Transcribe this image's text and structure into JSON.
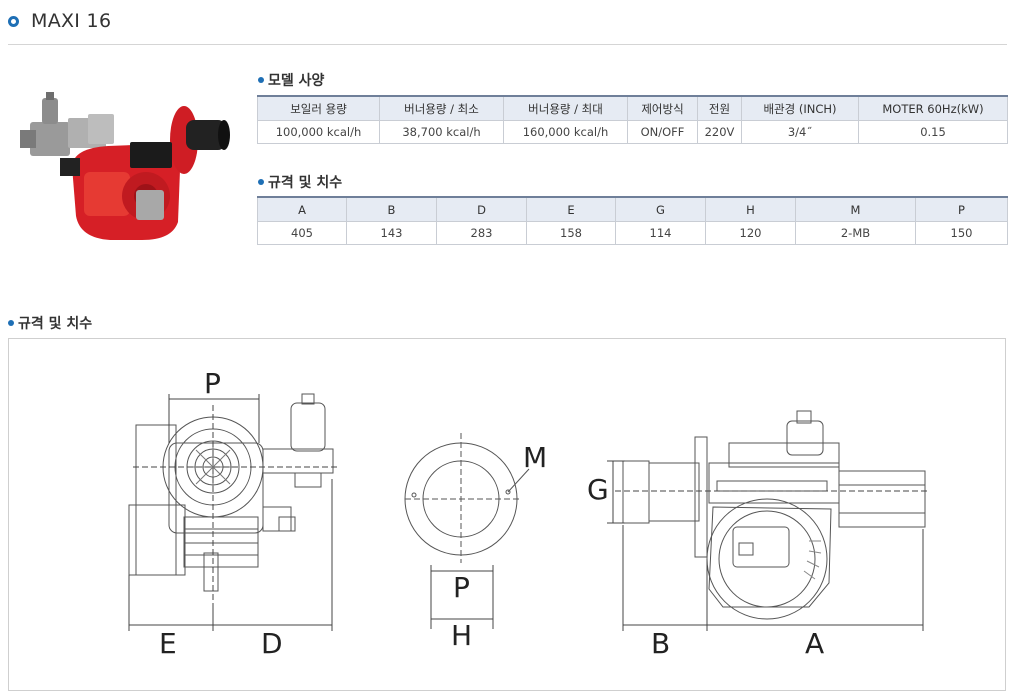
{
  "header": {
    "title": "MAXI 16"
  },
  "sections": {
    "model_spec": "모델 사양",
    "dimensions": "규격 및 치수",
    "drawing": "규격 및 치수"
  },
  "model_table": {
    "headers": [
      "보일러 용량",
      "버너용량 / 최소",
      "버너용량 / 최대",
      "제어방식",
      "전원",
      "배관경 (INCH)",
      "MOTER 60Hz(kW)"
    ],
    "row": [
      "100,000 kcal/h",
      "38,700 kcal/h",
      "160,000 kcal/h",
      "ON/OFF",
      "220V",
      "3/4˝",
      "0.15"
    ]
  },
  "dimension_table": {
    "headers": [
      "A",
      "B",
      "D",
      "E",
      "G",
      "H",
      "M",
      "P"
    ],
    "row": [
      "405",
      "143",
      "283",
      "158",
      "114",
      "120",
      "2-MB",
      "150"
    ]
  },
  "drawing_labels": {
    "front_top": "P",
    "front_left": "E",
    "front_right": "D",
    "flange_m": "M",
    "flange_p": "P",
    "flange_h": "H",
    "side_g": "G",
    "side_b": "B",
    "side_a": "A"
  },
  "colors": {
    "accent": "#1e6fb5",
    "header_bg": "#e6ebf3",
    "burner_red": "#d61f26"
  }
}
